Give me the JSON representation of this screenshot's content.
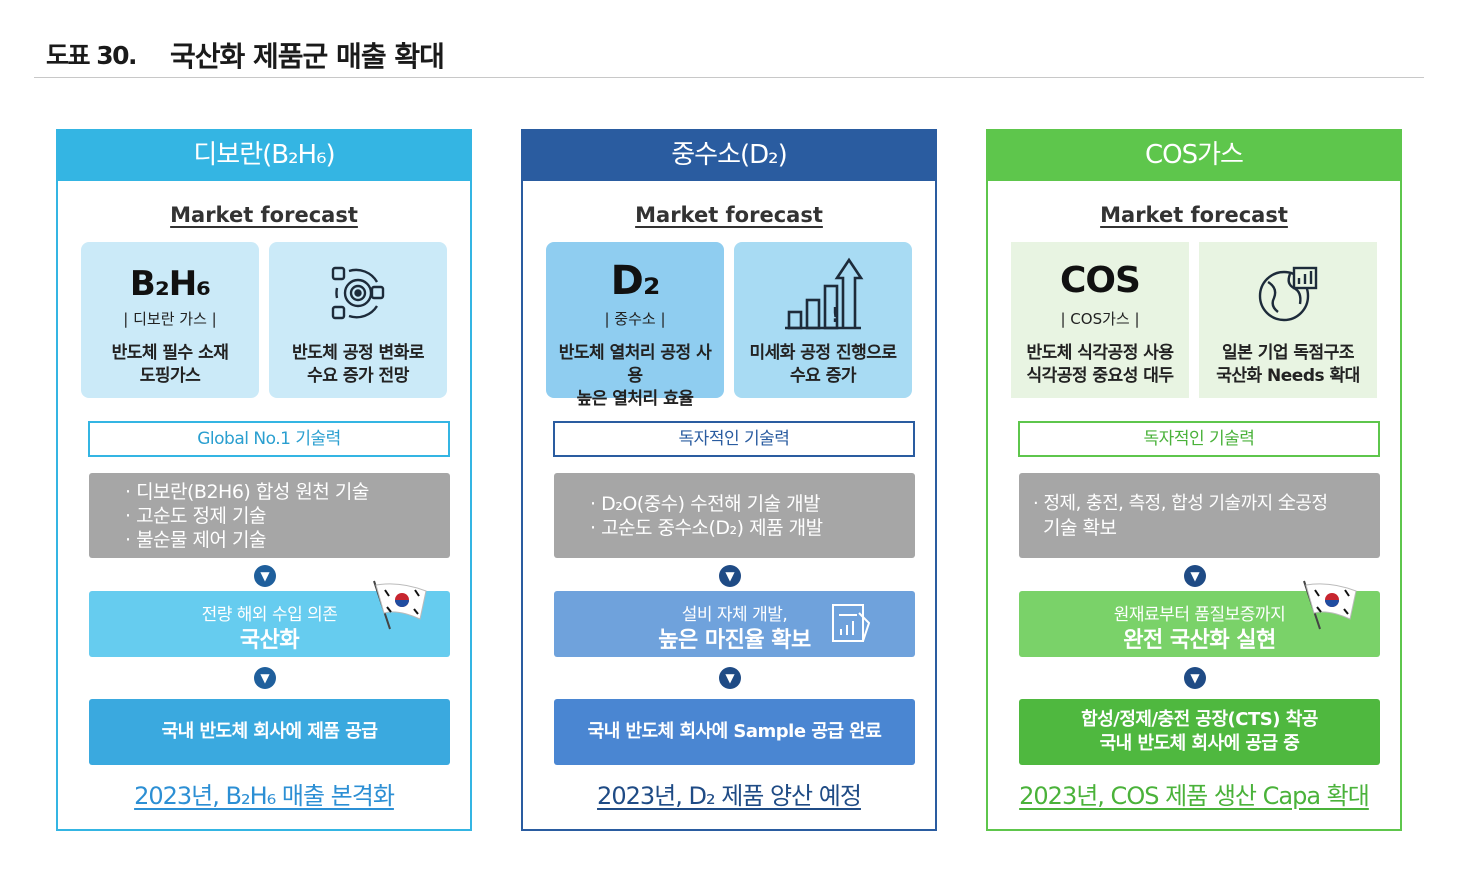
{
  "header": {
    "number": "도표 30.",
    "title": "국산화 제품군 매출 확대"
  },
  "colors": {
    "diborane": "#34b5e3",
    "deuterium": "#2a5ca0",
    "cos": "#5ec64c"
  },
  "panels": [
    {
      "title": "디보란(B₂H₆)",
      "forecast": "Market forecast",
      "left_card": {
        "formula": "B₂H₆",
        "subname": "| 디보란 가스 |",
        "text1": "반도체 필수 소재",
        "text2": "도핑가스"
      },
      "right_card": {
        "icon": "target-cycle-icon",
        "text1": "반도체 공정 변화로",
        "text2": "수요 증가 전망"
      },
      "tech_label": "Global No.1 기술력",
      "tech_items": [
        "· 디보란(B2H6) 합성 원천 기술",
        "· 고순도 정제 기술",
        "· 불순물 제어 기술"
      ],
      "mid_small": "전량 해외 수입 의존",
      "mid_big": "국산화",
      "bottom_line1": "국내 반도체 회사에 제품 공급",
      "bottom_line2": "",
      "result": "2023년, B₂H₆ 매출 본격화"
    },
    {
      "title": "중수소(D₂)",
      "forecast": "Market forecast",
      "left_card": {
        "formula": "D₂",
        "subname": "| 중수소 |",
        "text1": "반도체 열처리 공정 사용",
        "text2": "높은 열처리 효율"
      },
      "right_card": {
        "icon": "growth-chart-icon",
        "text1": "미세화 공정 진행으로",
        "text2": "수요 증가"
      },
      "tech_label": "독자적인 기술력",
      "tech_items": [
        "· D₂O(중수) 수전해 기술 개발",
        "· 고순도 중수소(D₂) 제품 개발"
      ],
      "mid_small": "설비 자체 개발,",
      "mid_big": "높은 마진율 확보",
      "bottom_line1": "국내 반도체 회사에 Sample 공급 완료",
      "bottom_line2": "",
      "result": "2023년, D₂ 제품 양산 예정"
    },
    {
      "title": "COS가스",
      "forecast": "Market forecast",
      "left_card": {
        "formula": "COS",
        "subname": "| COS가스 |",
        "text1": "반도체 식각공정 사용",
        "text2": "식각공정 중요성 대두"
      },
      "right_card": {
        "icon": "globe-chart-icon",
        "text1": "일본 기업 독점구조",
        "text2": "국산화 Needs 확대"
      },
      "tech_label": "독자적인 기술력",
      "tech_items": [
        "· 정제, 충전, 측정, 합성 기술까지 全공정",
        "기술 확보"
      ],
      "mid_small": "원재료부터 품질보증까지",
      "mid_big": "완전 국산화 실현",
      "bottom_line1": "합성/정제/충전 공장(CTS) 착공",
      "bottom_line2": "국내 반도체 회사에 공급 중",
      "result": "2023년, COS 제품 생산 Capa 확대"
    }
  ]
}
